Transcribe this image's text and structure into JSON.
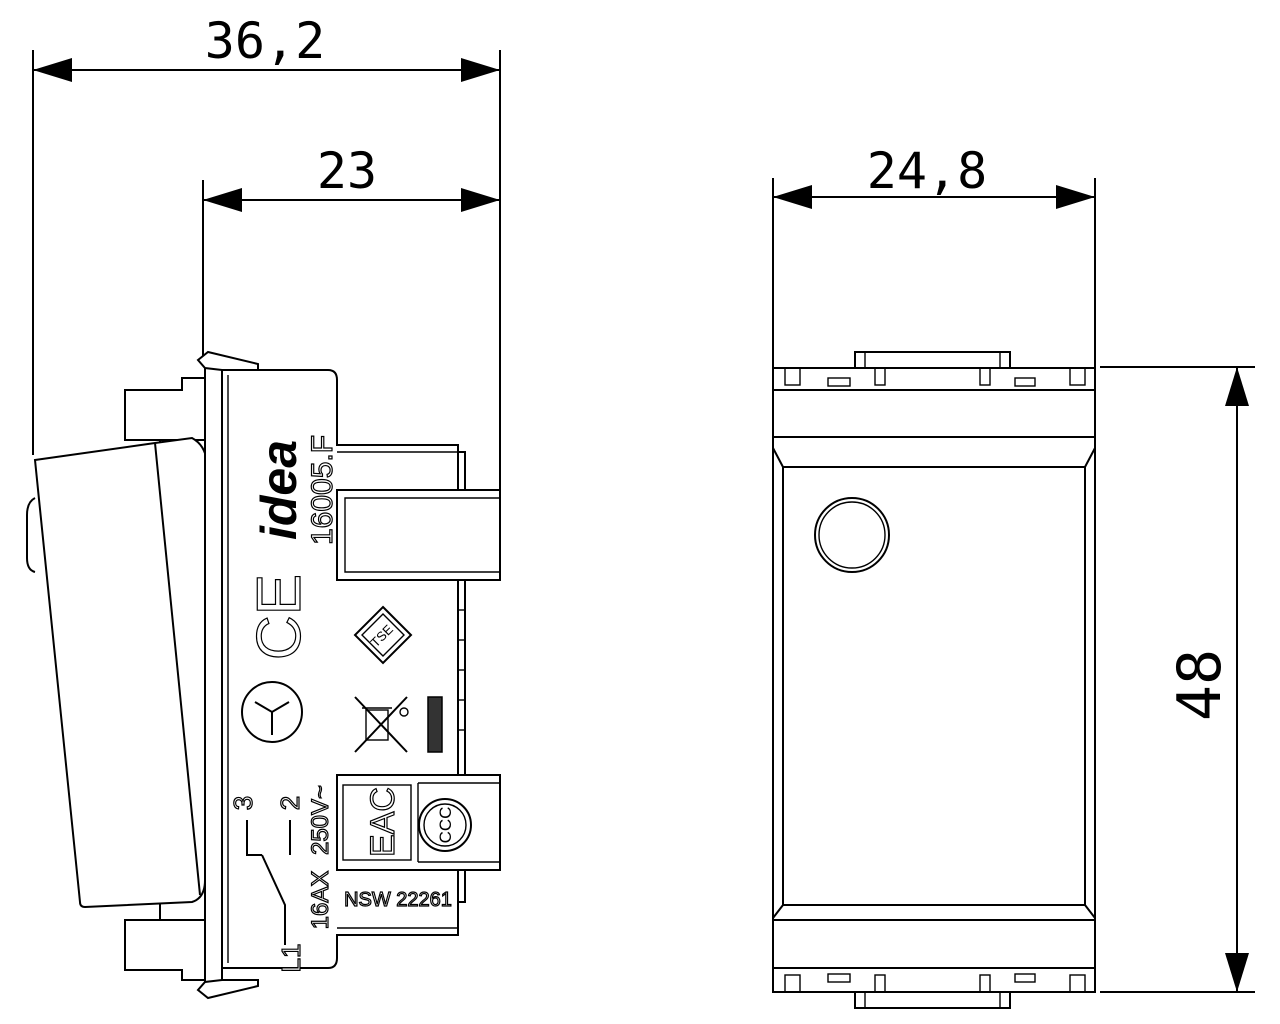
{
  "dimensions": {
    "overall_depth": "36,2",
    "rear_depth": "23",
    "width": "24,8",
    "height": "48"
  },
  "side_view": {
    "brand": "idea",
    "model": "16005.F",
    "ce_mark": "CE",
    "tse_mark": "TSE",
    "eac_mark": "EAC",
    "ccc_mark": "CCC",
    "terminal_3": "3",
    "terminal_2": "2",
    "terminal_l1": "L1",
    "voltage": "250V~",
    "current": "16AX",
    "approval": "NSW 22261"
  }
}
